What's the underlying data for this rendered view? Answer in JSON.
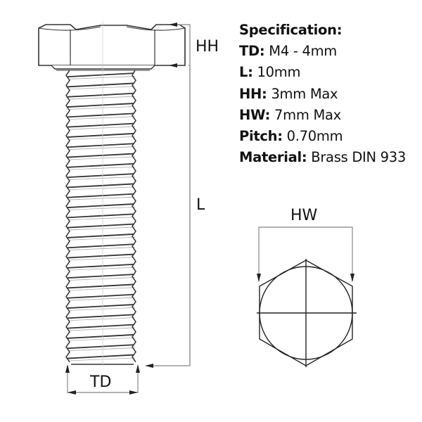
{
  "specification": {
    "title": "Specification:",
    "rows": [
      {
        "key": "TD:",
        "value": "M4 - 4mm"
      },
      {
        "key": "L:",
        "value": "10mm"
      },
      {
        "key": "HH:",
        "value": "3mm Max"
      },
      {
        "key": "HW:",
        "value": "7mm Max"
      },
      {
        "key": "Pitch:",
        "value": "0.70mm"
      },
      {
        "key": "Material:",
        "value": "Brass DIN 933"
      }
    ]
  },
  "dimension_labels": {
    "head_height": "HH",
    "length": "L",
    "thread_diameter": "TD",
    "head_width": "HW"
  },
  "colors": {
    "outline": "#333333",
    "dimension_line": "#999999",
    "text": "#111111"
  }
}
